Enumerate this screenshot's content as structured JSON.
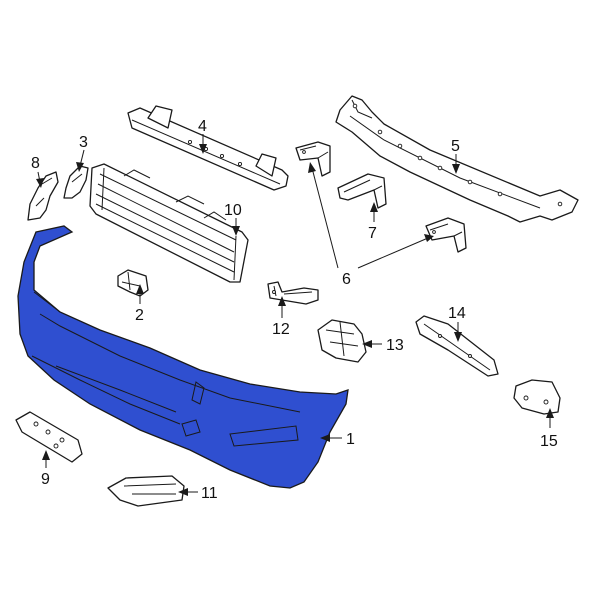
{
  "highlight_color": "#2f4fd0",
  "callouts": {
    "c1": "1",
    "c2": "2",
    "c3": "3",
    "c4": "4",
    "c5": "5",
    "c6": "6",
    "c7": "7",
    "c8": "8",
    "c9": "9",
    "c10": "10",
    "c11": "11",
    "c12": "12",
    "c13": "13",
    "c14": "14",
    "c15": "15"
  }
}
